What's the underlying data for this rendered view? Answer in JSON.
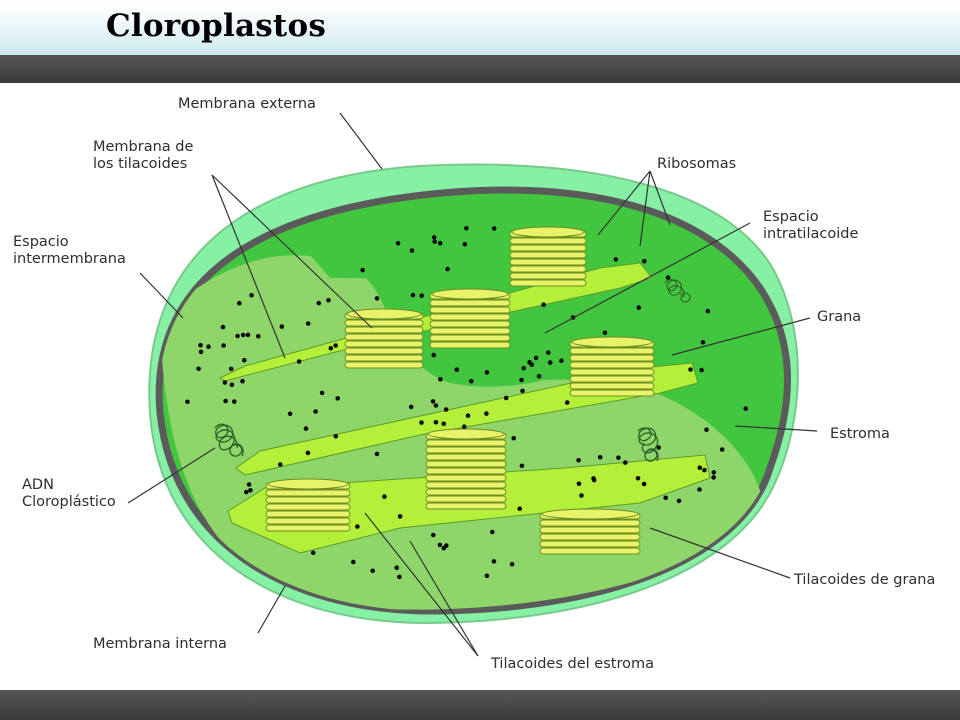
{
  "page": {
    "title": "Cloroplastos"
  },
  "diagram": {
    "labels": {
      "membrana_externa": "Membrana externa",
      "membrana_tilacoides": "Membrana de\nlos tilacoides",
      "espacio_intermembrana": "Espacio\nintermembrana",
      "ribosomas": "Ribosomas",
      "espacio_intratilacoide": "Espacio\nintratilacoide",
      "grana": "Grana",
      "estroma": "Estroma",
      "adn_cloroplastico": "ADN\nCloroplástico",
      "tilacoides_de_grana": "Tilacoides de grana",
      "membrana_interna": "Membrana interna",
      "tilacoides_del_estroma": "Tilacoides del estroma"
    },
    "colors": {
      "outer_membrane": "#86f0a4",
      "stroma": "#43c63f",
      "inner_membrane": "#5b5b5b",
      "light_stroma": "#8ed66a",
      "thylakoid_lamella": "#b4f03a",
      "granum_disc": "#e9f36a",
      "ribosome": "#0a0a0a"
    }
  }
}
